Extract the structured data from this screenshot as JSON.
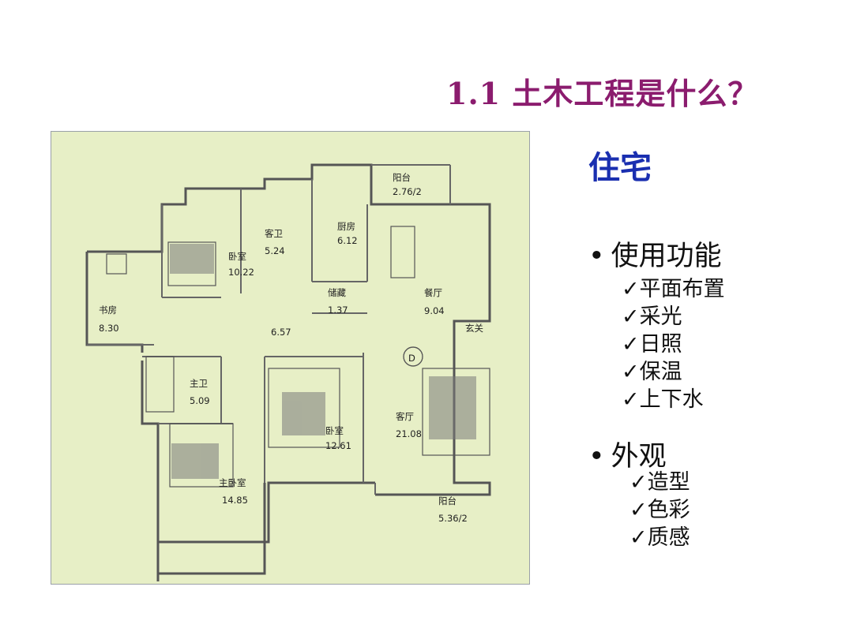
{
  "slide": {
    "title": "1.1 土木工程是什么？",
    "heading": "住宅",
    "bullets": [
      {
        "label": "使用功能",
        "items": [
          "平面布置",
          "采光",
          "日照",
          "保温",
          "上下水"
        ]
      },
      {
        "label": "外观",
        "items": [
          "造型",
          "色彩",
          "质感"
        ]
      }
    ],
    "check_mark": "✓",
    "bullet_mark": "•"
  },
  "floor_plan": {
    "rooms": [
      {
        "name": "阳台",
        "area": "2.76/2"
      },
      {
        "name": "厨房",
        "area": "6.12"
      },
      {
        "name": "客卫",
        "area": "5.24"
      },
      {
        "name": "卧室",
        "area": "10.22"
      },
      {
        "name": "书房",
        "area": "8.30"
      },
      {
        "name": "储藏",
        "area": "1.37"
      },
      {
        "name": "餐厅",
        "area": "9.04"
      },
      {
        "name": "玄关",
        "area": ""
      },
      {
        "name": "",
        "area": "6.57"
      },
      {
        "name": "主卫",
        "area": "5.09"
      },
      {
        "name": "卧室",
        "area": "12.61"
      },
      {
        "name": "客厅",
        "area": "21.08"
      },
      {
        "name": "主卧室",
        "area": "14.85"
      },
      {
        "name": "阳台",
        "area": "5.36/2"
      }
    ],
    "compass_label": "D"
  },
  "colors": {
    "title": "#8b1c6e",
    "heading": "#1a2fb0",
    "plan_background": "#e7efc6",
    "wall": "#555555"
  }
}
